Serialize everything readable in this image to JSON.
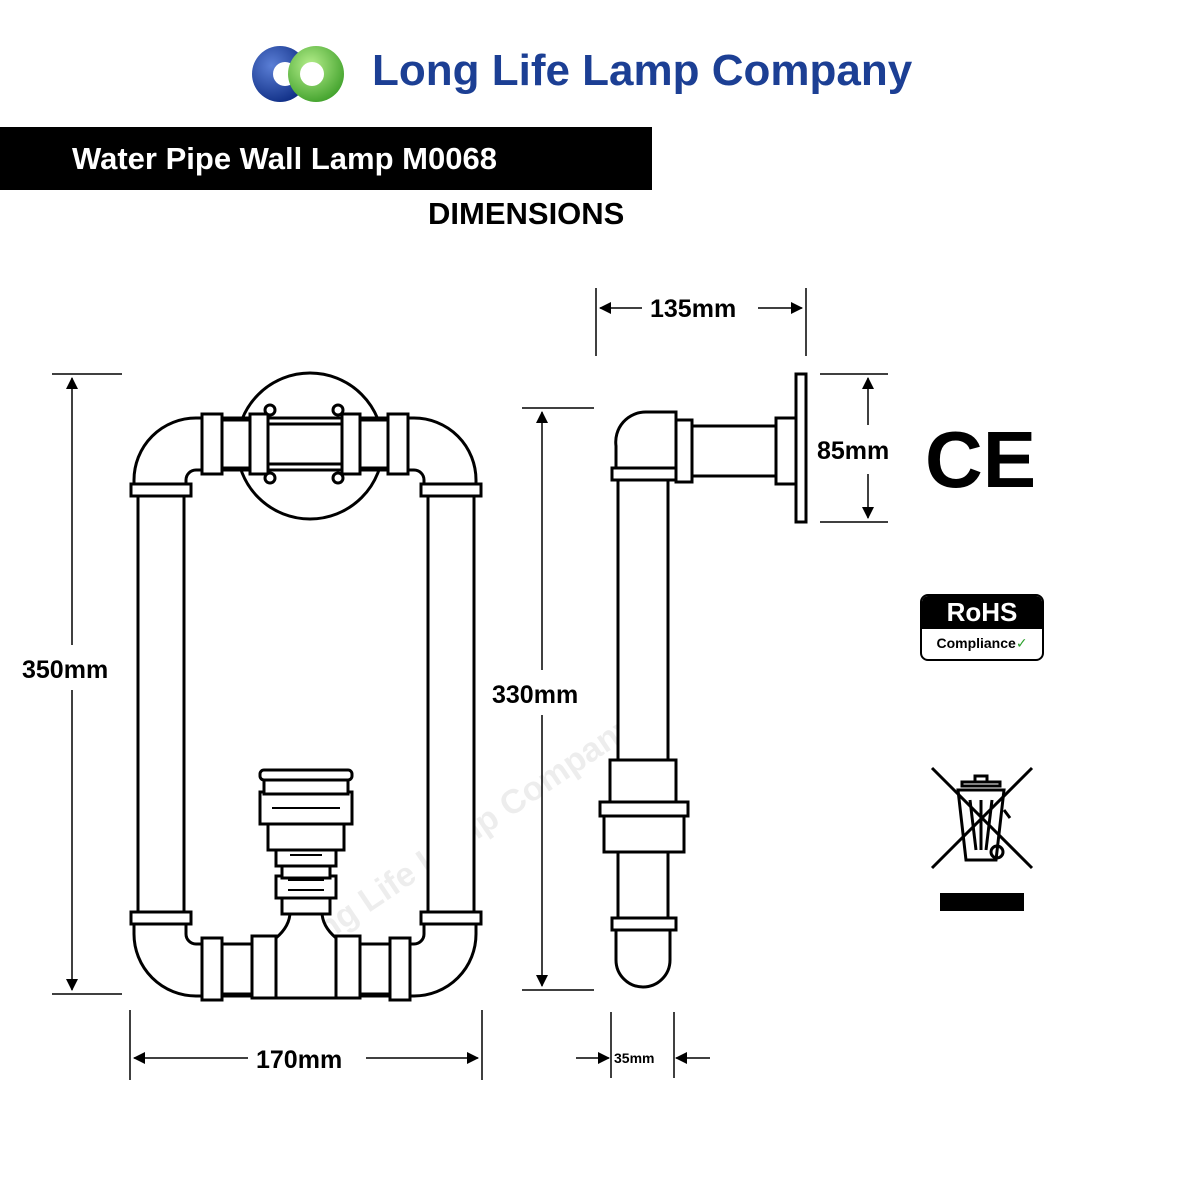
{
  "header": {
    "brand_name": "Long Life Lamp Company",
    "logo_colors": {
      "blue": "#1c3f94",
      "green": "#5cc23c"
    }
  },
  "title": {
    "product": "Water Pipe Wall Lamp M0068",
    "section": "DIMENSIONS"
  },
  "dimensions": {
    "front_height": "350mm",
    "inner_height": "330mm",
    "front_width": "170mm",
    "depth": "135mm",
    "plate_height": "85mm",
    "pipe_diameter": "35mm"
  },
  "watermark": "Long Life Lamp Company",
  "certifications": {
    "ce": "CE",
    "rohs_title": "RoHS",
    "rohs_subtitle": "Compliance",
    "rohs_check": "✓",
    "weee_icon": "crossed-out-wheelie-bin-icon"
  }
}
